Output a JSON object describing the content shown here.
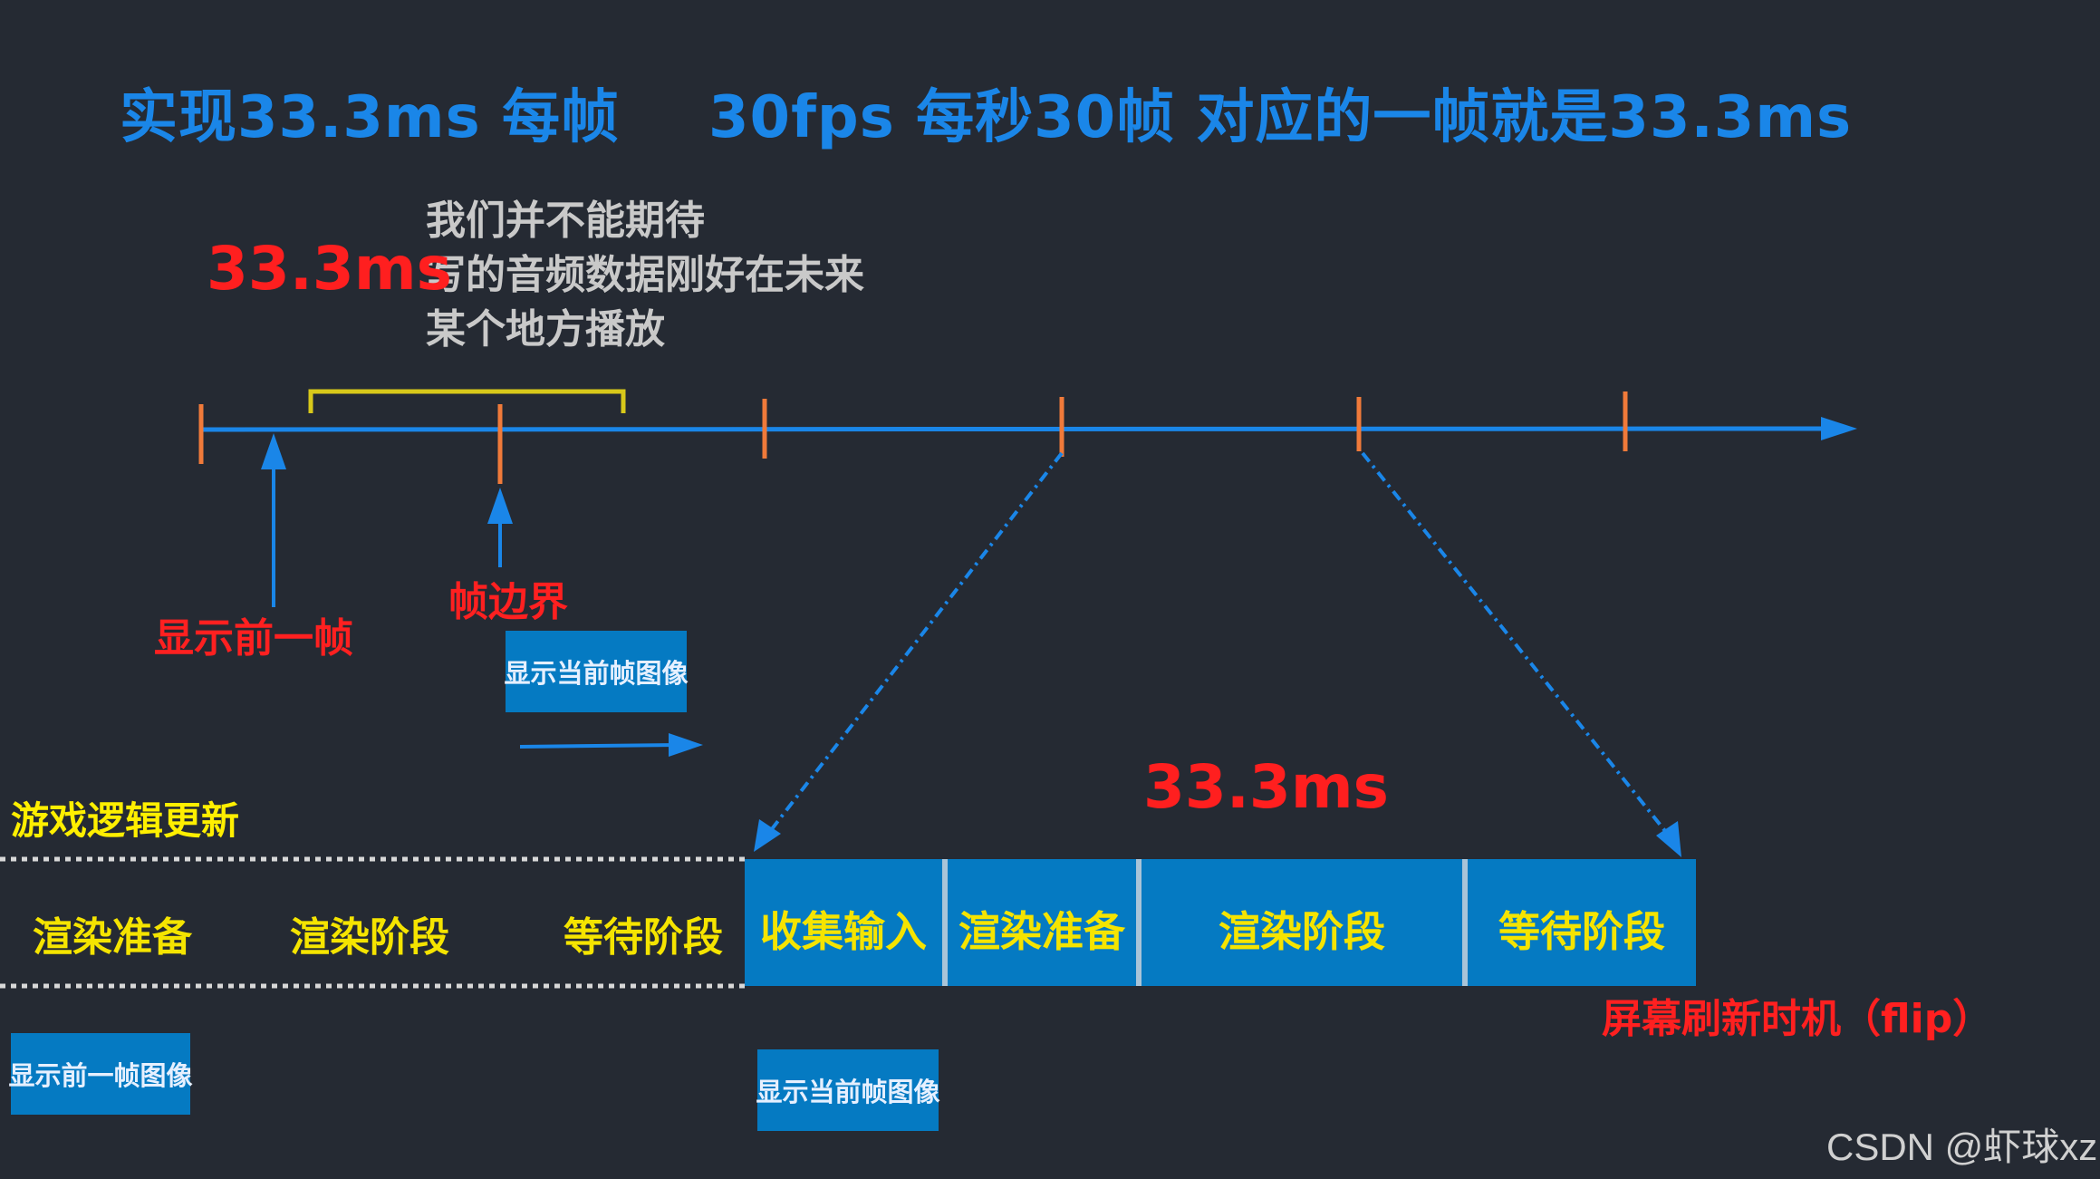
{
  "titles": {
    "left": "实现33.3ms 每帧",
    "right": "30fps 每秒30帧  对应的一帧就是33.3ms"
  },
  "note_lines": [
    "我们并不能期待",
    "写的音频数据刚好在未来",
    "某个地方播放"
  ],
  "duration_label": "33.3ms",
  "labels": {
    "prev_frame": "显示前一帧",
    "frame_boundary": "帧边界",
    "logic_update": "游戏逻辑更新",
    "flip": "屏幕刷新时机（flip）"
  },
  "left_phases": [
    "渲染准备",
    "渲染阶段",
    "等待阶段"
  ],
  "frame_segments": [
    "收集输入",
    "渲染准备",
    "渲染阶段",
    "等待阶段"
  ],
  "boxes": {
    "show_current_top": "显示当前帧图像",
    "show_prev_bottom": "显示前一帧图像",
    "show_current_bottom": "显示当前帧图像"
  },
  "watermark": "CSDN @虾球xz",
  "colors": {
    "background": "#252a33",
    "timeline_blue": "#1a86e8",
    "tick_orange": "#f07a3a",
    "bracket_yellow": "#d8c81a",
    "segment_blue": "#057ac2"
  }
}
